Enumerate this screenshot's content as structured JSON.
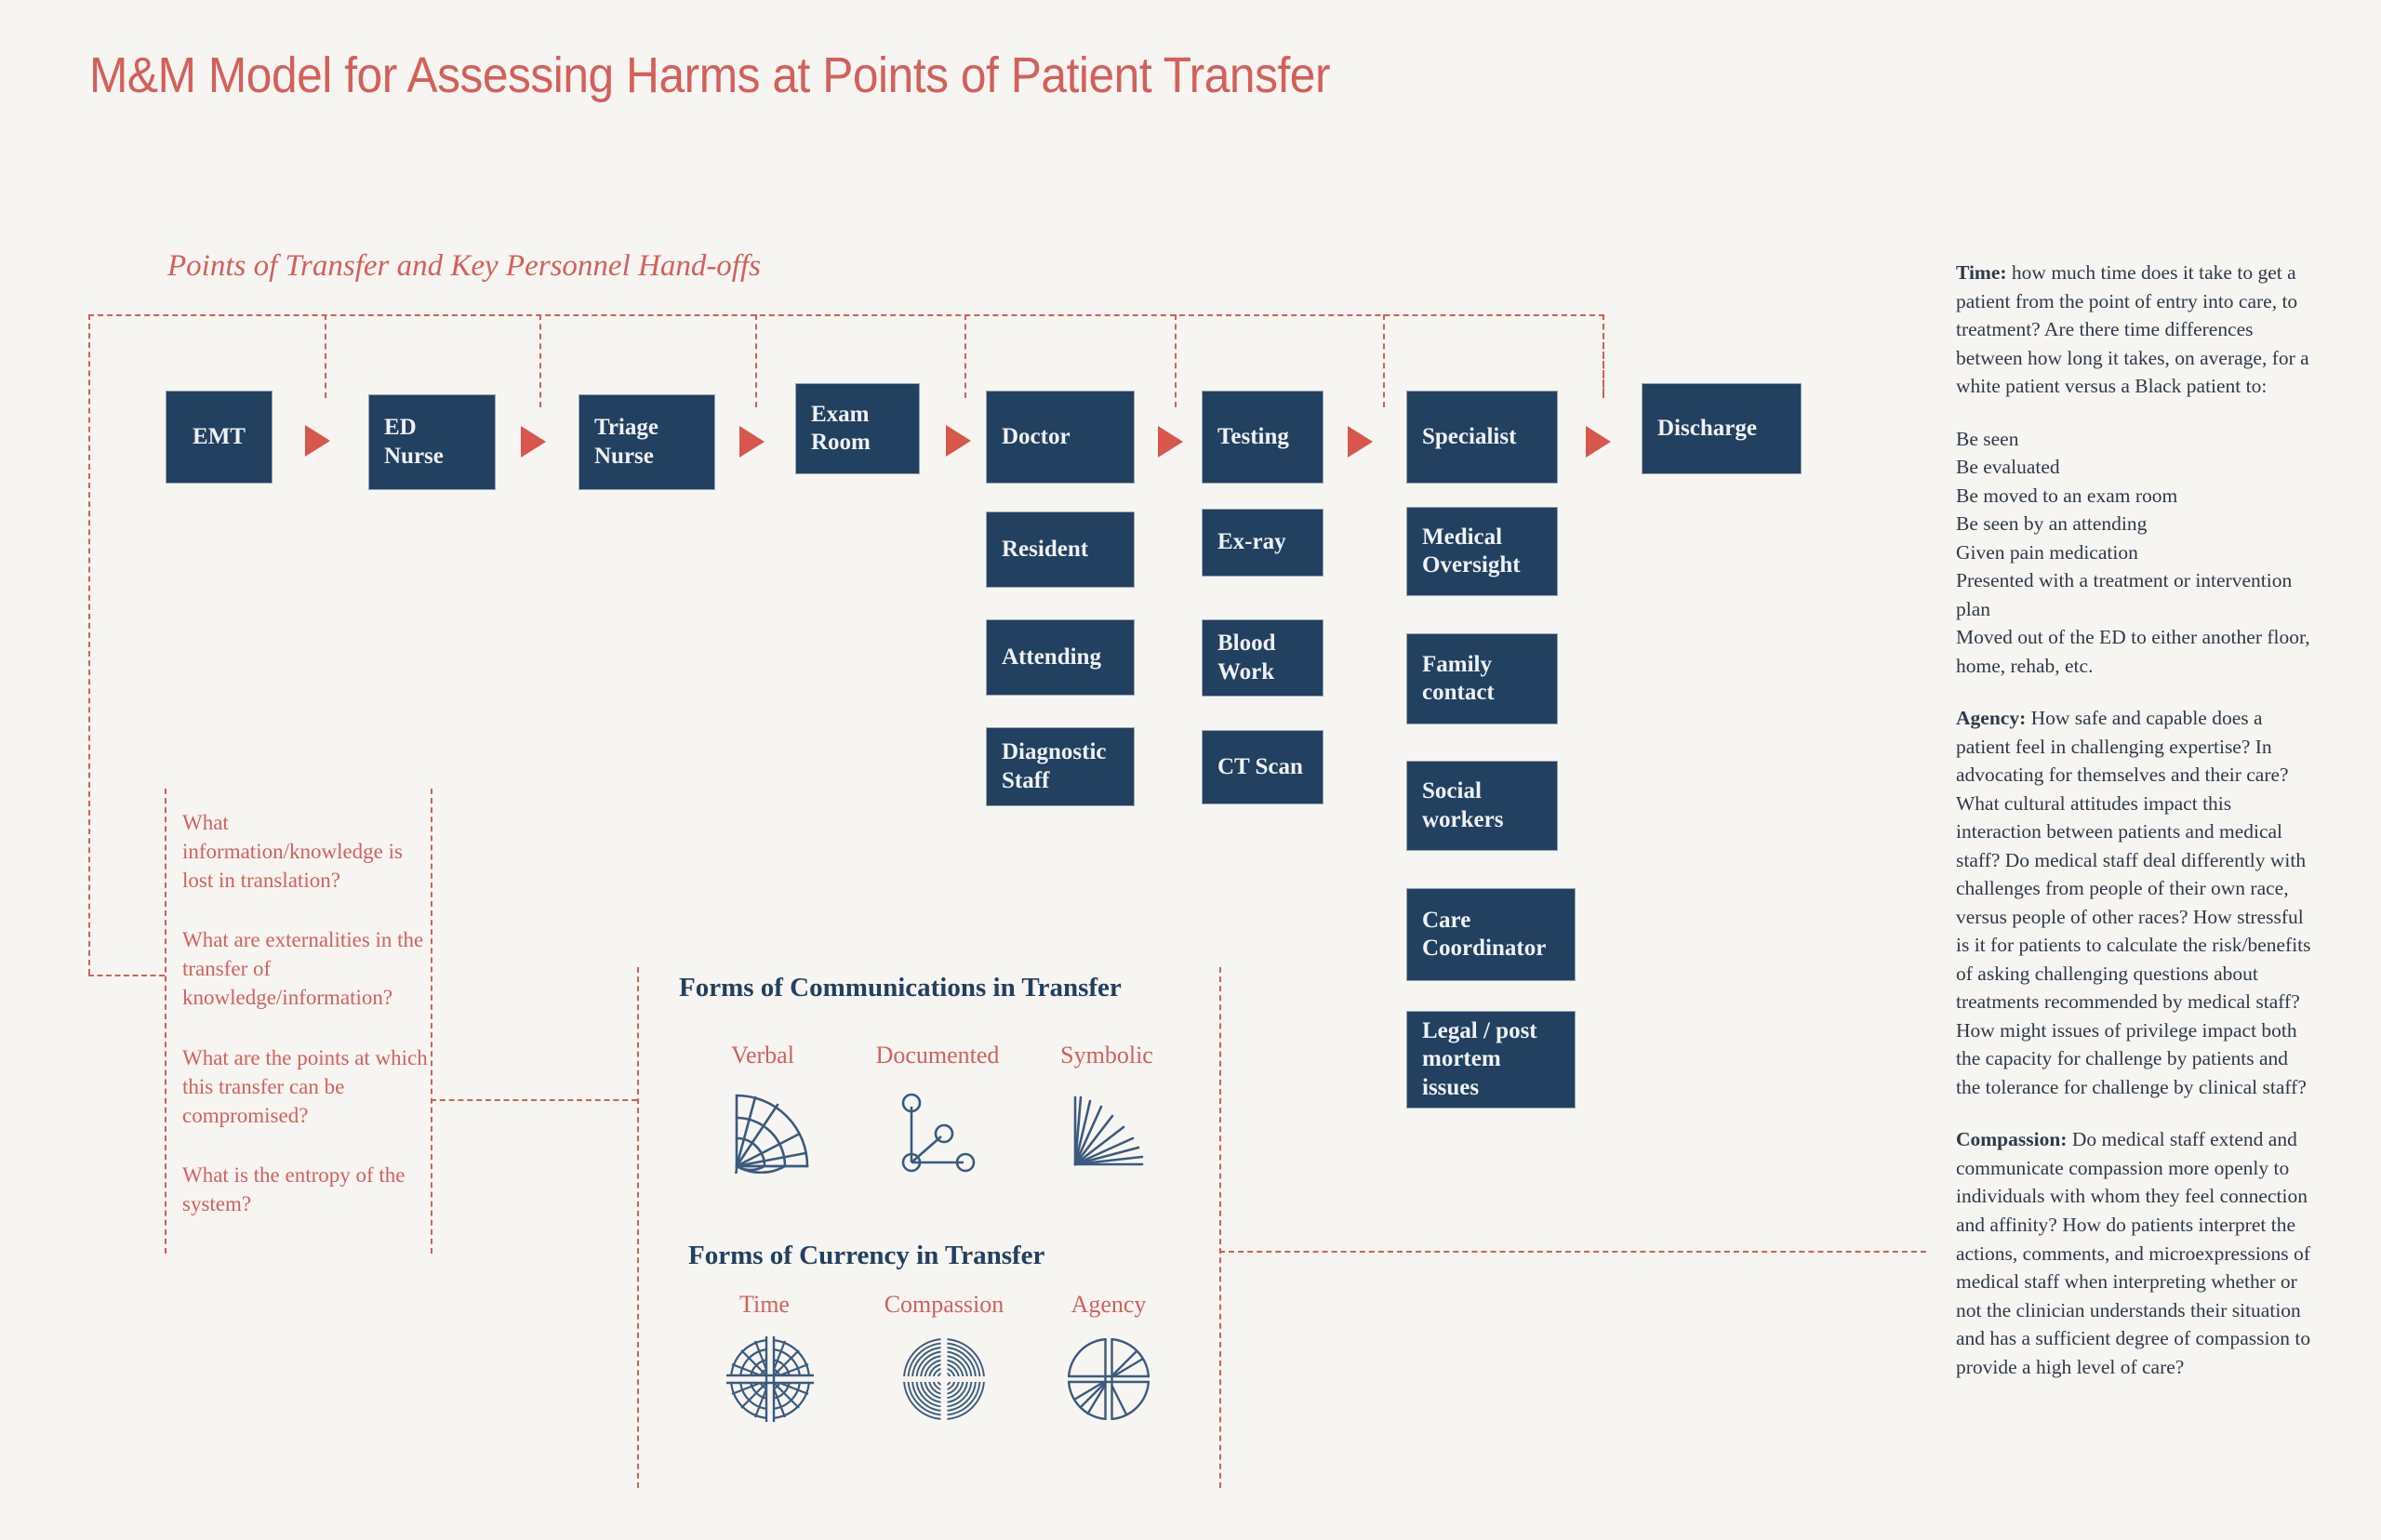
{
  "page": {
    "title": "M&M Model for Assessing Harms at Points of Patient Transfer",
    "subtitle": "Points of Transfer and Key Personnel Hand-offs",
    "colors": {
      "background": "#f7f5f2",
      "navy": "#22405f",
      "accent_red": "#d4605a",
      "arrow_red": "#d9564c",
      "body_text": "#2e3a4a"
    }
  },
  "flow": {
    "main_steps": [
      {
        "label": "EMT"
      },
      {
        "label": "ED Nurse"
      },
      {
        "label": "Triage Nurse"
      },
      {
        "label": "Exam Room"
      },
      {
        "label": "Doctor"
      },
      {
        "label": "Testing"
      },
      {
        "label": "Specialist"
      },
      {
        "label": "Discharge"
      }
    ],
    "doctor_children": [
      "Resident",
      "Attending",
      "Diagnostic Staff"
    ],
    "testing_children": [
      "Ex-ray",
      "Blood Work",
      "CT Scan"
    ],
    "specialist_children": [
      "Medical Oversight",
      "Family contact",
      "Social workers",
      "Care Coordinator",
      "Legal / post mortem issues"
    ]
  },
  "questions": [
    "What information/knowledge is lost in translation?",
    "What are externalities in the transfer of knowledge/information?",
    "What are the points at which this transfer can be compromised?",
    "What is the entropy of the system?"
  ],
  "communications": {
    "heading": "Forms of Communications in Transfer",
    "items": [
      {
        "label": "Verbal",
        "icon": "fan-arc-icon"
      },
      {
        "label": "Documented",
        "icon": "node-link-graph-icon"
      },
      {
        "label": "Symbolic",
        "icon": "radiating-rays-icon"
      }
    ]
  },
  "currency": {
    "heading": "Forms of Currency in Transfer",
    "items": [
      {
        "label": "Time",
        "icon": "segmented-circle-icon"
      },
      {
        "label": "Compassion",
        "icon": "concentric-rings-icon"
      },
      {
        "label": "Agency",
        "icon": "pie-wedges-icon"
      }
    ]
  },
  "sidebar": {
    "time": {
      "term": "Time:",
      "body": " how much time does it take to get a patient from the point of entry into care, to treatment? Are there time differences between how long it takes, on average, for a white patient versus a Black patient to:",
      "list": [
        "Be seen",
        "Be evaluated",
        "Be moved to an exam room",
        "Be seen by an attending",
        "Given pain medication",
        "Presented with a treatment or intervention plan",
        "Moved out of the ED to either another floor, home, rehab, etc."
      ]
    },
    "agency": {
      "term": "Agency:",
      "body": " How safe and capable does a patient feel in challenging expertise? In advocating for themselves and their care? What cultural attitudes impact this interaction between patients and medical staff? Do medical staff deal differently with challenges from people of their own race, versus people of other races? How stressful is it for patients to calculate the risk/benefits of asking challenging questions about treatments recommended by medical staff? How might issues of privilege impact both the capacity for challenge by patients and the tolerance for challenge by clinical staff?"
    },
    "compassion": {
      "term": "Compassion:",
      "body": " Do medical staff extend and communicate compassion more openly to individuals with whom they feel connection and affinity? How do patients interpret the actions, comments, and microexpressions of medical staff when interpreting whether or not the clinician understands their situation and has a sufficient degree of compassion to provide a high level of care?"
    }
  }
}
